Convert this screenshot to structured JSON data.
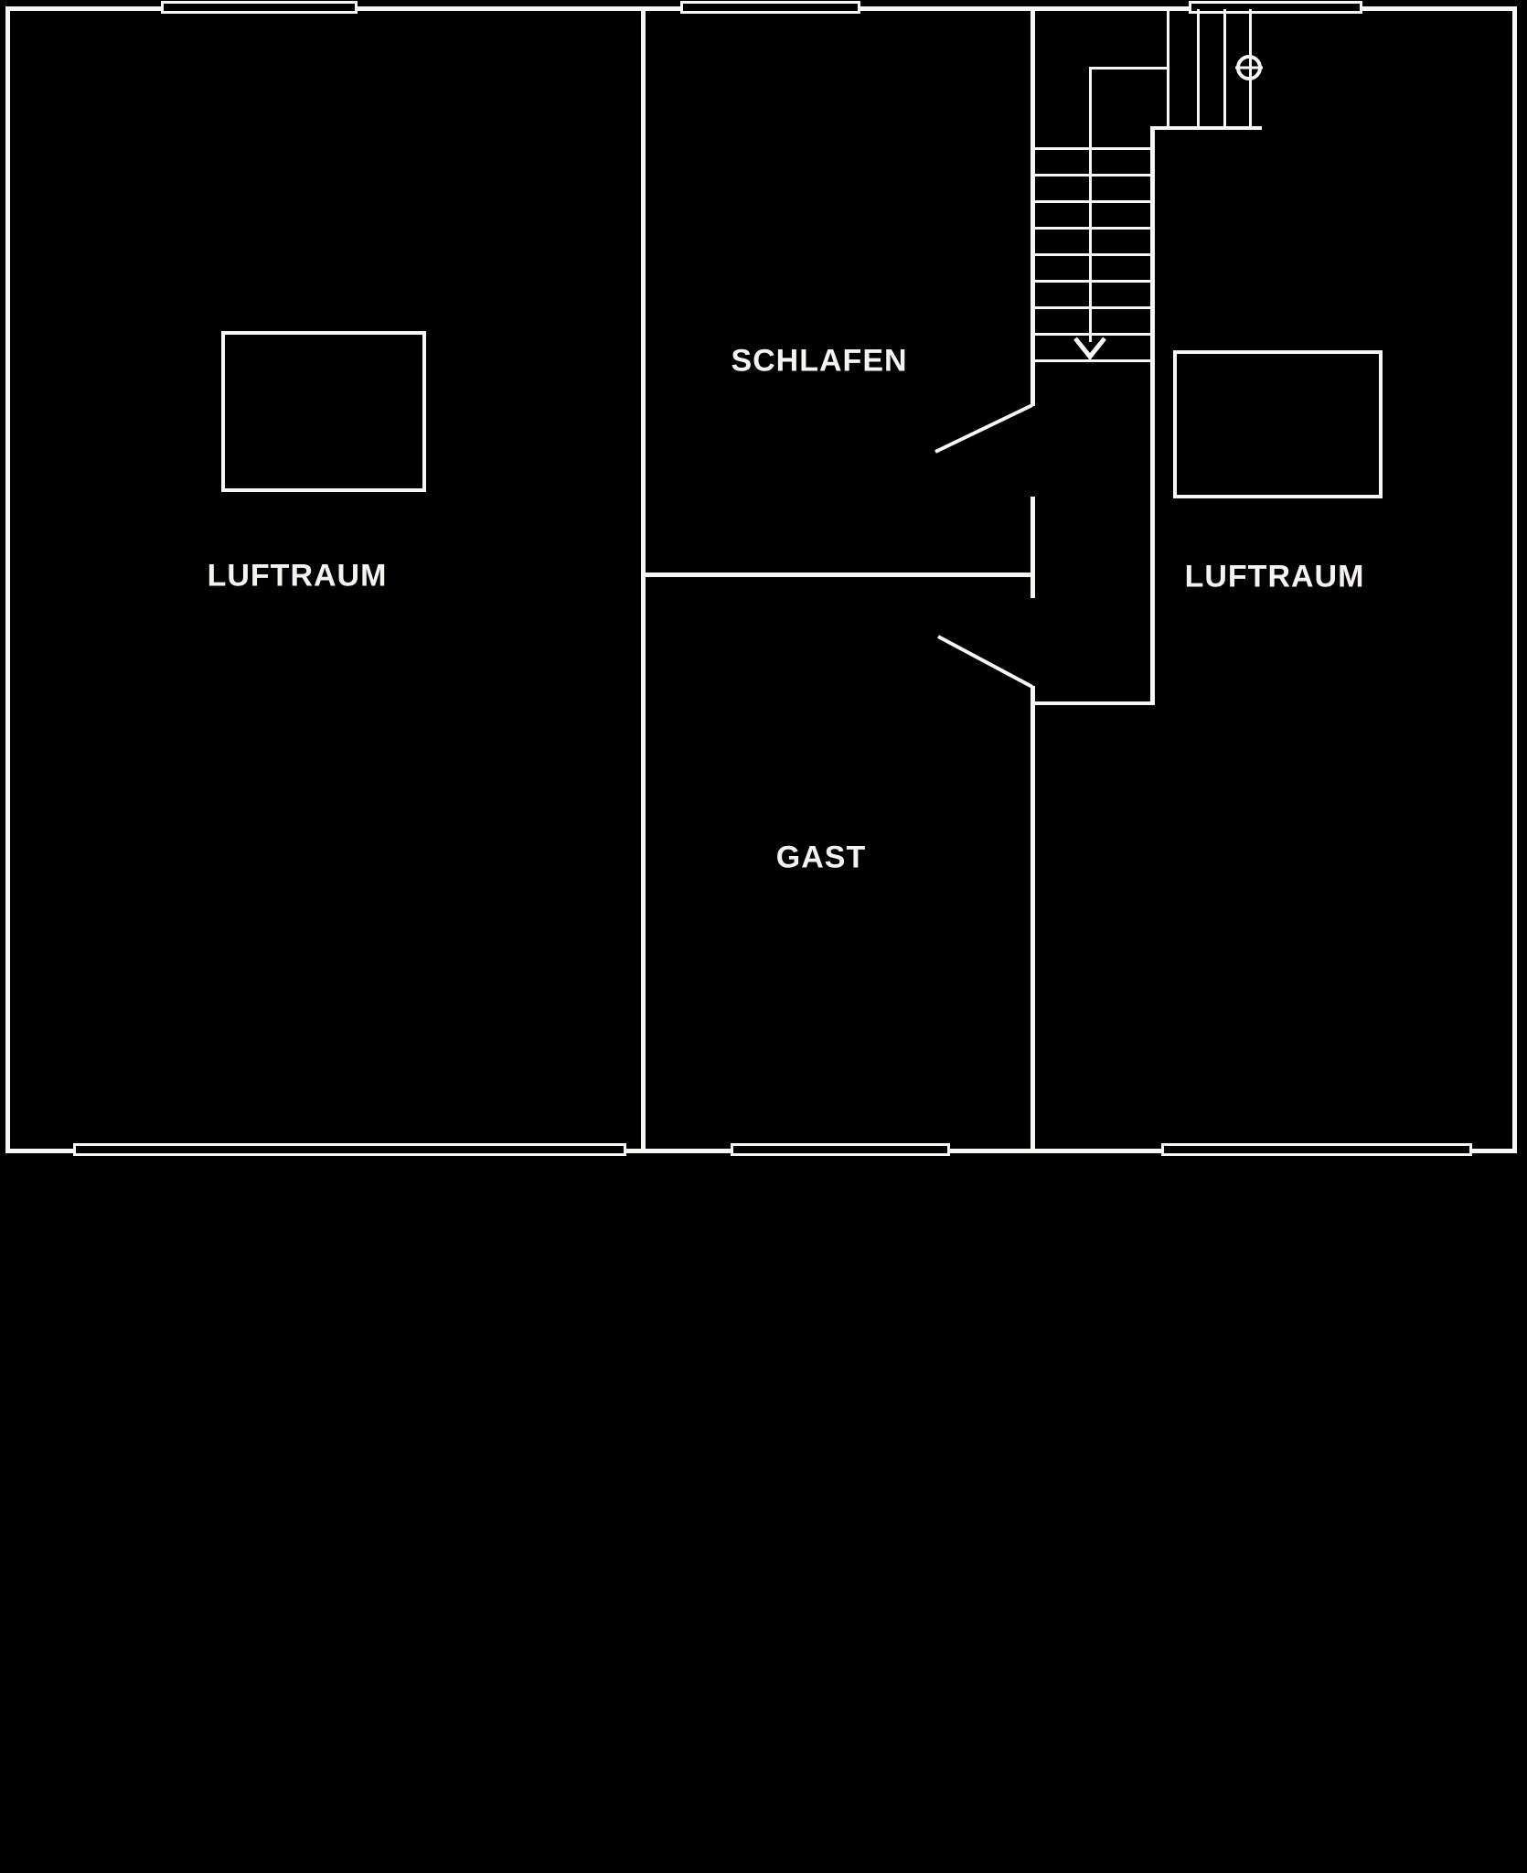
{
  "drawing": {
    "type": "floor-plan",
    "colors": {
      "background": "#000000",
      "line": "#f8f6f3",
      "text": "#f5f3f0"
    },
    "rooms": {
      "luftraum_left": {
        "label": "LUFTRAUM"
      },
      "schlafen": {
        "label": "SCHLAFEN"
      },
      "gast": {
        "label": "GAST"
      },
      "luftraum_right": {
        "label": "LUFTRAUM"
      }
    },
    "icons": {
      "stair_down_arrow": "chevron-down",
      "newel_post": "circle-with-tick"
    }
  }
}
